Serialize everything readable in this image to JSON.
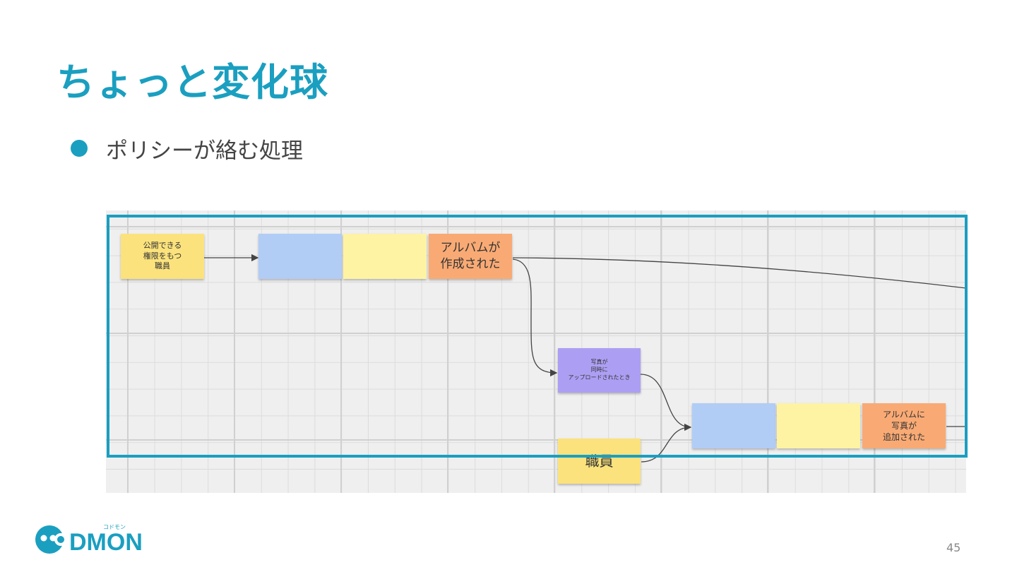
{
  "slide": {
    "title": "ちょっと変化球",
    "bullet": "ポリシーが絡む処理",
    "page_number": "45",
    "accent_color": "#1a9fc0"
  },
  "logo": {
    "wordmark": "CODMON",
    "tagline": "コドモン",
    "color": "#1a9fc0",
    "icon": "codmon-face-icon"
  },
  "board": {
    "stickies": {
      "actor_policy": "公開できる\n権限をもつ\n職員",
      "event_album_created": "アルバムが\n作成された",
      "policy_photos_uploaded": "写真が\n同時に\nアップロードされたとき",
      "actor_staff": "職員",
      "event_photos_added": "アルバムに\n写真が\n追加された"
    },
    "colors": {
      "actor": "#fbe27c",
      "command": "#b1cdf6",
      "aggregate": "#fdf3a3",
      "event": "#f9aa74",
      "policy": "#ac9ff3"
    }
  }
}
